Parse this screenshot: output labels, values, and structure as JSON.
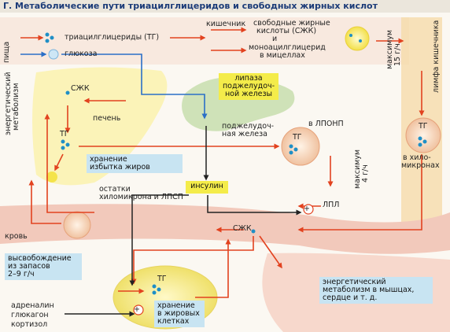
{
  "title": "Г. Метаболические пути триацилглицеридов и свободных жирных кислот",
  "labels": {
    "food": "пища",
    "tg_food": "триацилглицериды (ТГ)",
    "glucose": "глюкоза",
    "intestine": "кишечник",
    "ffa_1": "свободные жирные",
    "ffa_2": "кислоты (СЖК)",
    "and": "и",
    "mono_1": "моноацилглицерид",
    "mono_2": "в мицеллах",
    "max15_1": "максимум",
    "max15_2": "15 г/ч",
    "lymph": "лимфа кишечника",
    "lipase_1": "липаза",
    "lipase_2": "поджелудоч-",
    "lipase_3": "ной железы",
    "ffa_short": "СЖК",
    "liver": "печень",
    "energy_1": "энергетический",
    "energy_2": "метаболизм",
    "pancreas_1": "поджелудоч-",
    "pancreas_2": "ная железа",
    "vldl": "в ЛПОНП",
    "tg": "ТГ",
    "tg_chylo_1": "в хило-",
    "tg_chylo_2": "микронах",
    "storage_1": "хранение",
    "storage_2": "избытка жиров",
    "insulin": "инсулин",
    "max4_1": "максимум",
    "max4_2": "4 г/ч",
    "remnants_1": "остатки",
    "remnants_2": "хиломикрона и ЛПСП",
    "lpl": "ЛПЛ",
    "blood": "кровь",
    "ffa_blood": "СЖК",
    "release_1": "высвобождение",
    "release_2": "из запасов",
    "release_3": "2–9 г/ч",
    "tg_fat": "ТГ",
    "energy_muscle_1": "энергетический",
    "energy_muscle_2": "метаболизм в мышцах,",
    "energy_muscle_3": "сердце и т. д.",
    "adrenaline": "адреналин",
    "glucagon": "глюкагон",
    "cortisol": "кортизол",
    "fat_storage_1": "хранение",
    "fat_storage_2": "в жировых",
    "fat_storage_3": "клетках",
    "plus": "+"
  },
  "colors": {
    "title_text": "#1b3b78",
    "arrow_red": "#e2421f",
    "arrow_blue": "#2a6fc7",
    "yellow_box": "#f4ec4a",
    "blue_box": "#c8e4f2",
    "vessel_pink": "#f2c9bb",
    "liver_yellow": "#fbf3b8",
    "pancreas_green": "#cfe2b8"
  }
}
